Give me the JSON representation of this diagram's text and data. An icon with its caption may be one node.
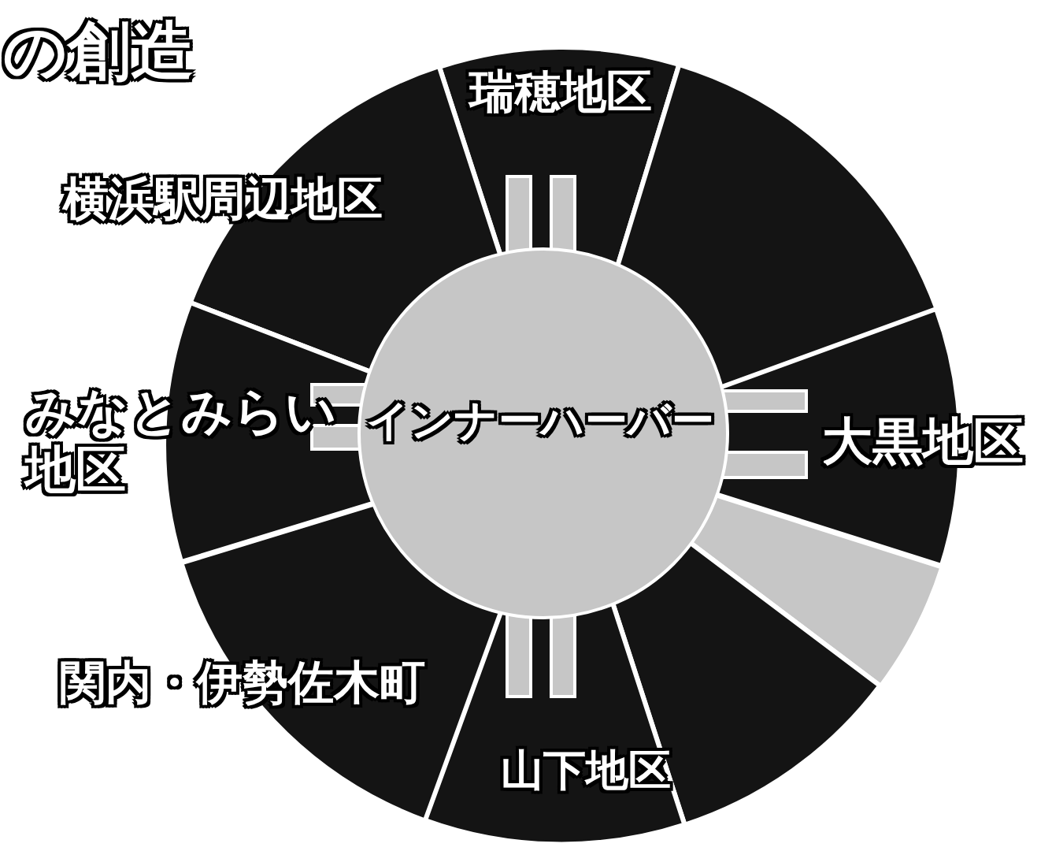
{
  "diagram": {
    "title": "の創造",
    "nodes": [
      {
        "text": [
          "瑞穂地区"
        ]
      },
      {
        "text": [],
        "shape": "sector"
      },
      {
        "text": [
          "横浜駅周辺地区"
        ]
      },
      {
        "text": [
          "みなとみらい地区"
        ]
      },
      {
        "text": [
          "インナーハーバー"
        ]
      },
      {
        "text": [
          "大黒地区"
        ]
      },
      {
        "text": [],
        "shape": "sector"
      },
      {
        "text": [
          "関内・伊勢佐木町"
        ]
      },
      {
        "text": [],
        "shape": "sector"
      },
      {
        "text": [
          "山下地区"
        ]
      }
    ]
  }
}
